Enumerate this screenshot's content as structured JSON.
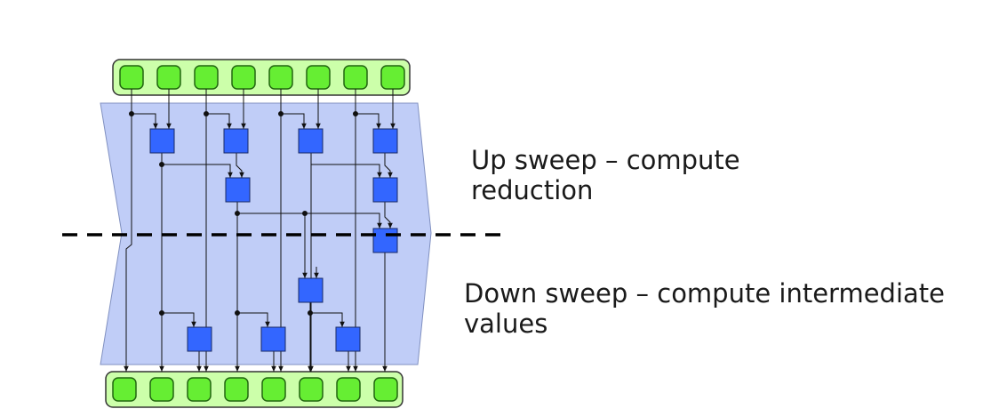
{
  "captions": {
    "up_sweep": "Up sweep – compute\nreduction",
    "down_sweep": "Down sweep – compute intermediate\nvalues"
  },
  "colors": {
    "element_fill": "#66ee33",
    "element_stroke": "#226611",
    "array_fill": "#ccffaa",
    "array_stroke": "#333333",
    "node_fill": "#3366ff",
    "node_stroke": "#1a2a66",
    "background_panel": "#c0cdf7",
    "panel_stroke": "#8090c0",
    "wire": "#111111",
    "divider": "#000000"
  },
  "diagram": {
    "input_elements": 8,
    "output_elements": 8,
    "up_sweep_levels": 3,
    "down_sweep_levels": 2
  }
}
